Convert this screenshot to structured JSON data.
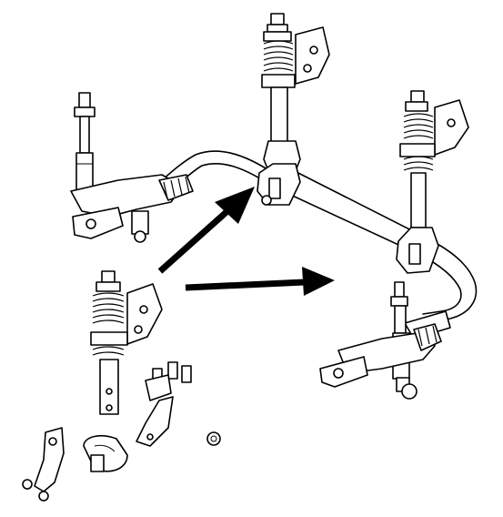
{
  "diagram": {
    "background": "#ffffff",
    "line_color": "#000000",
    "parts": [
      "stabilizer-bar",
      "shock-absorber-left",
      "shock-absorber-right",
      "strut-assembly-top",
      "strut-assembly-right",
      "strut-assembly-exploded",
      "mounting-bracket-left",
      "mounting-bracket-right",
      "bushing-clamp-center",
      "bushing-clamp-right",
      "loose-bracket",
      "loose-bushing",
      "loose-bolts",
      "loose-nut",
      "loose-link",
      "arrow-to-center-clamp",
      "arrow-to-right-bar"
    ]
  }
}
